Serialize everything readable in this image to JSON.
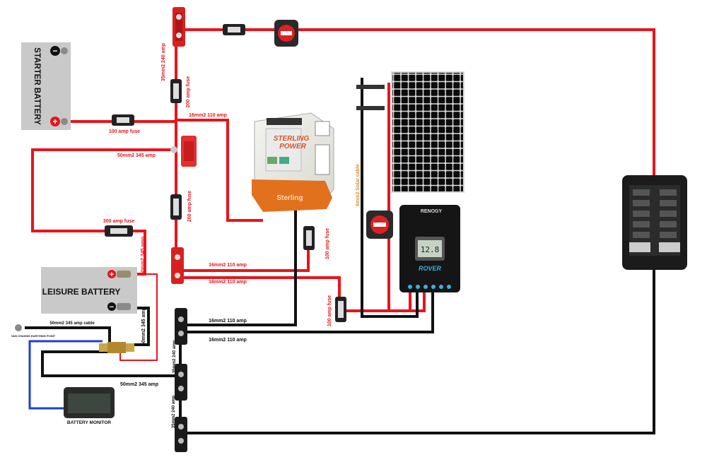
{
  "colors": {
    "positive": "#e8141c",
    "negative": "#111111",
    "earth": "#1f3fd6",
    "solar": "#e8892a",
    "battery_grey": "#c9c9c9"
  },
  "components": {
    "starter_battery": "STARTER BATTERY",
    "leisure_battery": "LEISURE BATTERY",
    "battery_monitor": "BATTERY MONITOR",
    "earthing_point": "VAN CHASSIS EARTHING POINT",
    "charger_brand": "Sterling",
    "charger_logo_line1": "STERLING",
    "charger_logo_line2": "POWER",
    "controller_brand": "RENOGY",
    "controller_model": "ROVER",
    "controller_display": "12.8"
  },
  "labels": {
    "cable_35mm2_240_top": "35mm2 240 amp",
    "fuse_200_top": "200 amp fuse",
    "fuse_100_starter": "100 amp fuse",
    "cable_16mm2_110_charger": "16mm2 110 amp",
    "cable_50mm2_345_top": "50mm2 345 amp",
    "fuse_200_mid": "200 amp fuse",
    "fuse_300": "300 amp fuse",
    "cable_50mm2_345_vertical": "50mm2 345 amp",
    "fuse_100_charger": "100 amp fuse",
    "cable_16mm2_110_a": "16mm2 110 amp",
    "cable_16mm2_110_b": "16mm2 110 amp",
    "solar_cable": "6mm2 Solar cable",
    "fuse_100_controller": "100 amp fuse",
    "cable_16mm2_110_c": "16mm2 110 amp",
    "cable_16mm2_110_d": "16mm2 110 amp",
    "cable_50mm2_345_earth": "50mm2  345 amp cable",
    "cable_50mm2_345_neg_vertical": "50mm2 345 amp",
    "cable_50mm2_345_bottom": "50mm2 345 amp",
    "cable_35mm2_240_neg_a": "35mm2 240 amp",
    "cable_35mm2_240_neg_b": "35mm2 240 amp"
  },
  "battery_symbols": {
    "minus": "−",
    "plus": "+"
  }
}
